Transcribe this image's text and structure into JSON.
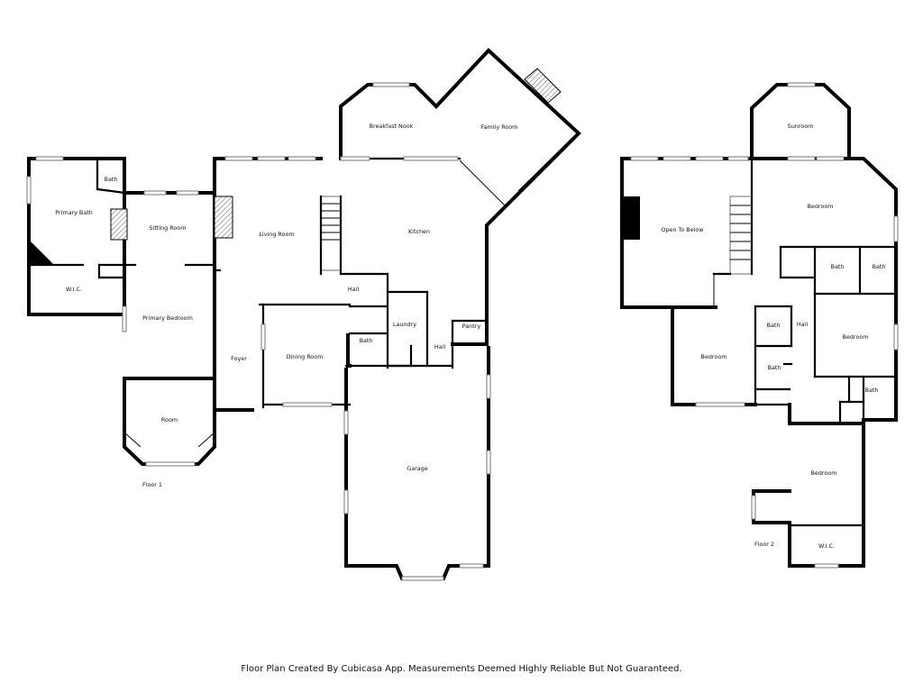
{
  "floor1": {
    "label": "Floor 1",
    "rooms": {
      "primary_bath": "Primary Bath",
      "bath_a": "Bath",
      "wic": "W.I.C.",
      "sitting_room": "Sitting Room",
      "living_room": "Living Room",
      "breakfast_nook": "Breakfast Nook",
      "family_room": "Family Room",
      "kitchen": "Kitchen",
      "hall_a": "Hall",
      "laundry": "Laundry",
      "pantry": "Pantry",
      "hall_b": "Hall",
      "bath_b": "Bath",
      "primary_bedroom": "Primary Bedroom",
      "foyer": "Foyer",
      "dining_room": "Dining Room",
      "room": "Room",
      "garage": "Garage"
    }
  },
  "floor2": {
    "label": "Floor 2",
    "rooms": {
      "open_to_below": "Open To Below",
      "sunroom": "Sunroom",
      "bedroom_a": "Bedroom",
      "bath_a": "Bath",
      "bath_b": "Bath",
      "hall": "Hall",
      "bath_c": "Bath",
      "bedroom_b": "Bedroom",
      "bath_d": "Bath",
      "bedroom_c": "Bedroom",
      "bath_e": "Bath",
      "bedroom_d": "Bedroom",
      "wic": "W.I.C."
    }
  },
  "footer": "Floor Plan Created By Cubicasa App. Measurements Deemed Highly Reliable But Not Guaranteed."
}
